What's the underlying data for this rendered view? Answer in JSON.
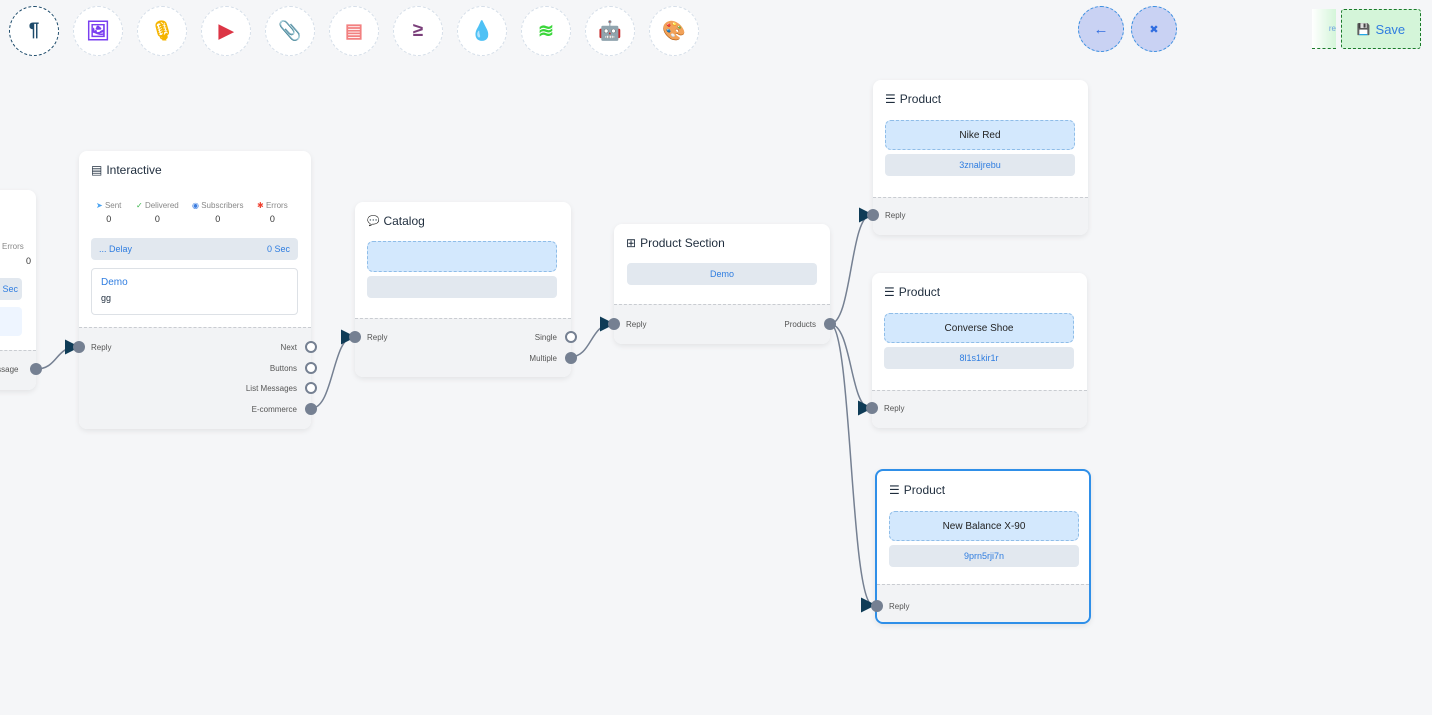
{
  "toolbar": {
    "tools": [
      {
        "icon": "paragraph-icon",
        "glyph": "¶",
        "color": "#1d4b6b"
      },
      {
        "icon": "image-icon",
        "glyph": "🖼",
        "color": "#7a3ff0"
      },
      {
        "icon": "microphone-icon",
        "glyph": "🎙",
        "color": "#f5b400"
      },
      {
        "icon": "youtube-icon",
        "glyph": "▶",
        "color": "#dc3545"
      },
      {
        "icon": "paperclip-icon",
        "glyph": "📎",
        "color": "#2a9d4a"
      },
      {
        "icon": "newspaper-icon",
        "glyph": "▤",
        "color": "#f28080"
      },
      {
        "icon": "greater-equal-icon",
        "glyph": "≥",
        "color": "#7a3f7a"
      },
      {
        "icon": "droplet-icon",
        "glyph": "💧",
        "color": "#c8102e"
      },
      {
        "icon": "stack-icon",
        "glyph": "≋",
        "color": "#3ad63a"
      },
      {
        "icon": "robot-icon",
        "glyph": "🤖",
        "color": "#1010e0"
      },
      {
        "icon": "palette-icon",
        "glyph": "🎨",
        "color": "#20c020"
      }
    ],
    "back_icon": "←",
    "collapse_icon": "✖",
    "save_label": "Save",
    "save_icon": "💾",
    "ghost_text": "re"
  },
  "left_node": {
    "stat_label": "Errors",
    "stat_value": "0",
    "delay_value": "Sec",
    "output": "Message"
  },
  "interactive": {
    "title": "Interactive",
    "stats": [
      {
        "label": "Sent",
        "value": "0",
        "color": "#4aa3f0",
        "icon": "➤"
      },
      {
        "label": "Delivered",
        "value": "0",
        "color": "#3ab54a",
        "icon": "✓"
      },
      {
        "label": "Subscribers",
        "value": "0",
        "color": "#3b7de0",
        "icon": "◉"
      },
      {
        "label": "Errors",
        "value": "0",
        "color": "#f04030",
        "icon": "✱"
      }
    ],
    "delay_label": "... Delay",
    "delay_value": "0 Sec",
    "message_title": "Demo",
    "message_body": "gg",
    "input": "Reply",
    "outputs": [
      "Next",
      "Buttons",
      "List Messages",
      "E-commerce"
    ]
  },
  "catalog": {
    "title": "Catalog",
    "input": "Reply",
    "outputs": [
      "Single",
      "Multiple"
    ]
  },
  "product_section": {
    "title": "Product Section",
    "section": "Demo",
    "input": "Reply",
    "output": "Products"
  },
  "products": [
    {
      "title": "Product",
      "name": "Nike Red",
      "code": "3znaljrebu",
      "input": "Reply"
    },
    {
      "title": "Product",
      "name": "Converse Shoe",
      "code": "8l1s1kir1r",
      "input": "Reply"
    },
    {
      "title": "Product",
      "name": "New Balance X-90",
      "code": "9prn5rji7n",
      "input": "Reply"
    }
  ]
}
